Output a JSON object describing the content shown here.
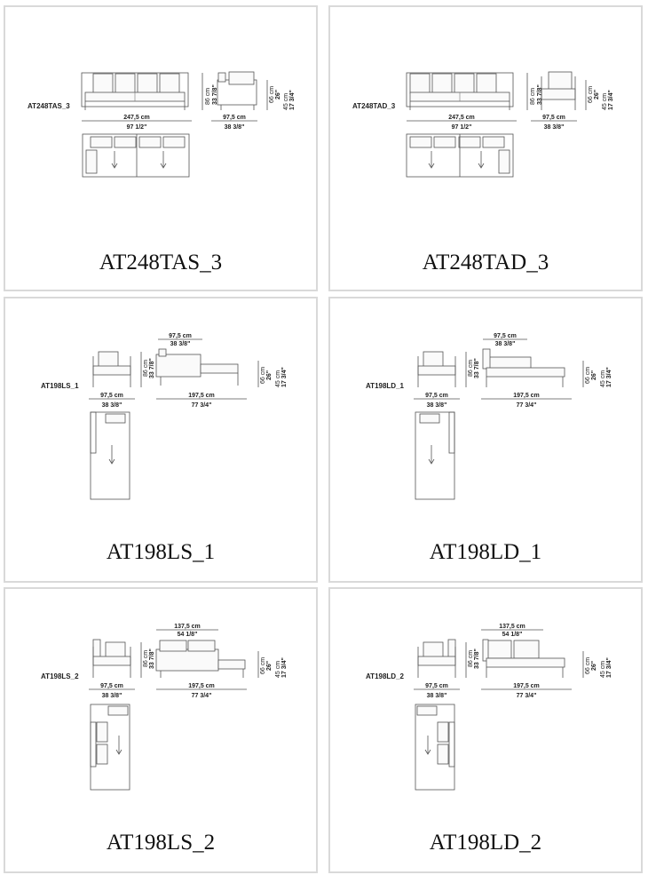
{
  "panels": [
    {
      "code": "AT248TAS_3",
      "title": "AT248TAS_3",
      "front_width_cm": "247,5 cm",
      "front_width_in": "97 1/2\"",
      "height_cm": "86 cm",
      "height_in": "33 7/8\"",
      "depth_cm": "97,5 cm",
      "depth_in": "38 3/8\"",
      "back_height_cm": "66 cm",
      "back_height_in": "26\"",
      "seat_height_cm": "45 cm",
      "seat_height_in": "17 3/4\""
    },
    {
      "code": "AT248TAD_3",
      "title": "AT248TAD_3",
      "front_width_cm": "247,5 cm",
      "front_width_in": "97 1/2\"",
      "height_cm": "86 cm",
      "height_in": "33 7/8\"",
      "depth_cm": "97,5 cm",
      "depth_in": "38 3/8\"",
      "back_height_cm": "66 cm",
      "back_height_in": "26\"",
      "seat_height_cm": "45 cm",
      "seat_height_in": "17 3/4\""
    },
    {
      "code": "AT198LS_1",
      "title": "AT198LS_1",
      "top_width_cm": "97,5 cm",
      "top_width_in": "38 3/8\"",
      "side_depth_cm": "97,5 cm",
      "side_depth_in": "38 3/8\"",
      "length_cm": "197,5 cm",
      "length_in": "77 3/4\"",
      "height_cm": "86 cm",
      "height_in": "33 7/8\"",
      "back_height_cm": "66 cm",
      "back_height_in": "26\"",
      "seat_height_cm": "45 cm",
      "seat_height_in": "17 3/4\""
    },
    {
      "code": "AT198LD_1",
      "title": "AT198LD_1",
      "top_width_cm": "97,5 cm",
      "top_width_in": "38 3/8\"",
      "side_depth_cm": "97,5 cm",
      "side_depth_in": "38 3/8\"",
      "length_cm": "197,5 cm",
      "length_in": "77 3/4\"",
      "height_cm": "86 cm",
      "height_in": "33 7/8\"",
      "back_height_cm": "66 cm",
      "back_height_in": "26\"",
      "seat_height_cm": "45 cm",
      "seat_height_in": "17 3/4\""
    },
    {
      "code": "AT198LS_2",
      "title": "AT198LS_2",
      "top_width_cm": "137,5 cm",
      "top_width_in": "54 1/8\"",
      "side_depth_cm": "97,5 cm",
      "side_depth_in": "38 3/8\"",
      "length_cm": "197,5 cm",
      "length_in": "77 3/4\"",
      "height_cm": "86 cm",
      "height_in": "33 7/8\"",
      "back_height_cm": "66 cm",
      "back_height_in": "26\"",
      "seat_height_cm": "45 cm",
      "seat_height_in": "17 3/4\""
    },
    {
      "code": "AT198LD_2",
      "title": "AT198LD_2",
      "top_width_cm": "137,5 cm",
      "top_width_in": "54 1/8\"",
      "side_depth_cm": "97,5 cm",
      "side_depth_in": "38 3/8\"",
      "length_cm": "197,5 cm",
      "length_in": "77 3/4\"",
      "height_cm": "86 cm",
      "height_in": "33 7/8\"",
      "back_height_cm": "66 cm",
      "back_height_in": "26\"",
      "seat_height_cm": "45 cm",
      "seat_height_in": "17 3/4\""
    }
  ],
  "colors": {
    "panel_border": "#d9d9d9",
    "line": "#555555",
    "text": "#111111"
  }
}
